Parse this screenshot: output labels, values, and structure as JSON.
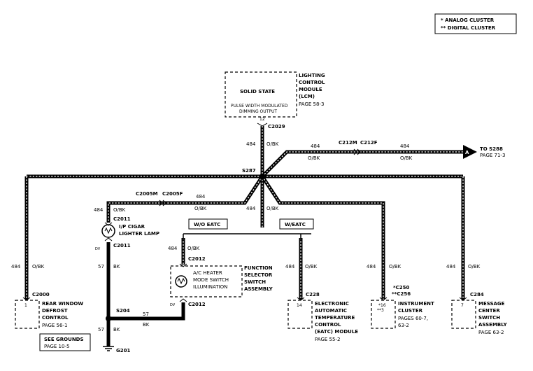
{
  "legend": {
    "analog": "* ANALOG CLUSTER",
    "digital": "** DIGITAL CLUSTER"
  },
  "lcm": {
    "inner_title": "SOLID STATE",
    "inner_sub1": "PULSE WIDTH MODULATED",
    "inner_sub2": "DIMMING OUTPUT",
    "pin": "12",
    "name1": "LIGHTING",
    "name2": "CONTROL",
    "name3": "MODULE",
    "name4": "(LCM)",
    "page": "PAGE 58-3",
    "connector": "C2029"
  },
  "wires": {
    "circuit": "484",
    "color": "O/BK",
    "ground_circuit": "57",
    "ground_color": "BK",
    "dv": "DV"
  },
  "connectors": {
    "c212m": "C212M",
    "c212f": "C212F",
    "s287": "S287",
    "c2005m": "C2005M",
    "c2005f": "C2005F",
    "c2011": "C2011",
    "c2012": "C2012",
    "s204": "S204",
    "g201": "G201"
  },
  "to_s288": {
    "letter": "A",
    "label": "TO S288",
    "page": "PAGE 71-3"
  },
  "cigar": {
    "name1": "I/P CIGAR",
    "name2": "LIGHTER LAMP"
  },
  "options": {
    "without": "W/O EATC",
    "with": "W/EATC"
  },
  "function_switch": {
    "inner1": "A/C HEATER",
    "inner2": "MODE SWITCH",
    "inner3": "ILLUMINATION",
    "name1": "FUNCTION",
    "name2": "SELECTOR",
    "name3": "SWITCH",
    "name4": "ASSEMBLY"
  },
  "rear_defrost": {
    "connector": "C2000",
    "pin": "1",
    "name1": "REAR WINDOW",
    "name2": "DEFROST",
    "name3": "CONTROL",
    "page": "PAGE 56-1"
  },
  "see_grounds": {
    "line1": "SEE GROUNDS",
    "line2": "PAGE 10-5"
  },
  "eatc": {
    "connector": "C228",
    "pin": "14",
    "name1": "ELECTRONIC",
    "name2": "AUTOMATIC",
    "name3": "TEMPERATURE",
    "name4": "CONTROL",
    "name5": "(EATC) MODULE",
    "page": "PAGE 55-2"
  },
  "cluster": {
    "conn_analog": "*C250",
    "conn_digital": "**C256",
    "pin_analog": "*16",
    "pin_digital": "**3",
    "name1": "INSTRUMENT",
    "name2": "CLUSTER",
    "page1": "PAGES 60-7,",
    "page2": "63-2"
  },
  "message_center": {
    "connector": "C284",
    "pin": "7",
    "name1": "MESSAGE",
    "name2": "CENTER",
    "name3": "SWITCH",
    "name4": "ASSEMBLY",
    "page": "PAGE 63-2"
  }
}
